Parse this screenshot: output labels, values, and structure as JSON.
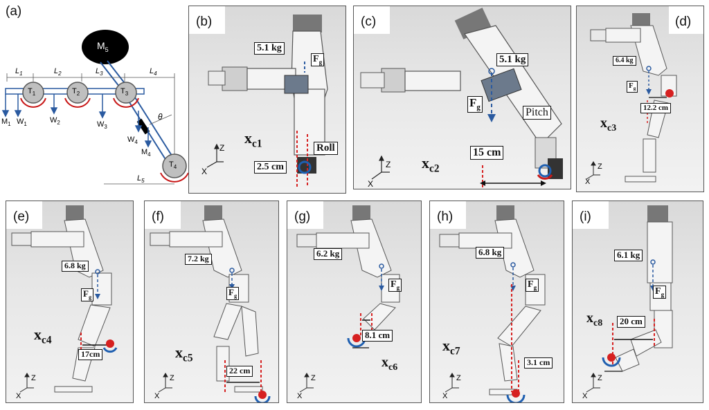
{
  "panels": {
    "a": {
      "label": "(a)",
      "m5": "M",
      "m5_sub": "5",
      "l1": "L",
      "l1s": "1",
      "l2": "L",
      "l2s": "2",
      "l3": "L",
      "l3s": "3",
      "l4": "L",
      "l4s": "4",
      "l5": "L",
      "l5s": "5",
      "t1": "T",
      "t1s": "1",
      "t2": "T",
      "t2s": "2",
      "t3": "T",
      "t3s": "3",
      "t4": "T",
      "t4s": "4",
      "m1": "M",
      "m1s": "1",
      "w1": "W",
      "w1s": "1",
      "w2": "W",
      "w2s": "2",
      "w3": "W",
      "w3s": "3",
      "w4": "W",
      "w4s": "4",
      "m4": "M",
      "m4s": "4",
      "theta": "θ"
    },
    "b": {
      "label": "(b)",
      "mass": "5.1 kg",
      "fg": "F",
      "fg_sub": "g",
      "xc": "x",
      "xc_sub": "c1",
      "roll": "Roll",
      "dist": "2.5 cm"
    },
    "c": {
      "label": "(c)",
      "mass": "5.1 kg",
      "fg": "F",
      "fg_sub": "g",
      "pitch": "Pitch",
      "xc": "x",
      "xc_sub": "c2",
      "dist": "15 cm"
    },
    "d": {
      "label": "(d)",
      "mass": "6.4 kg",
      "fg": "F",
      "fg_sub": "g",
      "xc": "x",
      "xc_sub": "c3",
      "dist": "12.2 cm"
    },
    "e": {
      "label": "(e)",
      "mass": "6.8 kg",
      "fg": "F",
      "fg_sub": "g",
      "xc": "x",
      "xc_sub": "c4",
      "dist": "17cm"
    },
    "f": {
      "label": "(f)",
      "mass": "7.2 kg",
      "fg": "F",
      "fg_sub": "g",
      "xc": "x",
      "xc_sub": "c5",
      "dist": "22 cm"
    },
    "g": {
      "label": "(g)",
      "mass": "6.2 kg",
      "fg": "F",
      "fg_sub": "g",
      "xc": "x",
      "xc_sub": "c6",
      "dist": "8.1 cm"
    },
    "h": {
      "label": "(h)",
      "mass": "6.8 kg",
      "fg": "F",
      "fg_sub": "g",
      "xc": "x",
      "xc_sub": "c7",
      "dist": "3.1 cm"
    },
    "i": {
      "label": "(i)",
      "mass": "6.1 kg",
      "fg": "F",
      "fg_sub": "g",
      "xc": "x",
      "xc_sub": "c8",
      "dist": "20 cm"
    }
  },
  "axes": {
    "z": "Z",
    "x": "X"
  },
  "colors": {
    "robot_body": "#f4f4f4",
    "robot_outline": "#555555",
    "joint": "#2b2b2b",
    "gravity_arrow": "#2a5aa0",
    "ref_line": "#d62020",
    "torque_arc": "#c81818",
    "pivot_ring": "#1f5fb0"
  }
}
